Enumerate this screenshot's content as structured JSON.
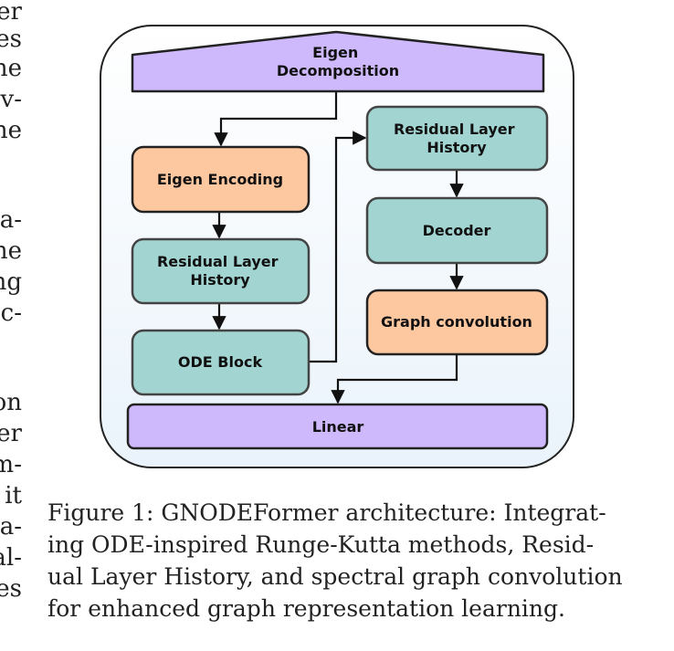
{
  "margin_fragments": [
    "er",
    "es",
    "he",
    "v-",
    "he",
    "a-",
    "he",
    "ng",
    "c-",
    "on",
    "er",
    "m-",
    "it",
    "a-",
    "al-",
    "es"
  ],
  "nodes": {
    "eigen_decomposition": [
      "Eigen",
      "Decomposition"
    ],
    "eigen_encoding": [
      "Eigen Encoding"
    ],
    "residual_left": [
      "Residual Layer",
      "History"
    ],
    "ode_block": [
      "ODE Block"
    ],
    "residual_right": [
      "Residual Layer",
      "History"
    ],
    "decoder": [
      "Decoder"
    ],
    "graph_convolution": [
      "Graph convolution"
    ],
    "linear": [
      "Linear"
    ]
  },
  "colors": {
    "purple": "#cdb9fb",
    "orange": "#fdc7a0",
    "teal": "#a2d5d2",
    "panel_bg": "#eaf3fb",
    "stroke": "#222222"
  },
  "caption": {
    "lines": [
      "Figure 1: GNODEFormer architecture: Integrat-",
      "ing ODE-inspired Runge-Kutta methods, Resid-",
      "ual Layer History, and spectral graph convolution",
      "for enhanced graph representation learning."
    ]
  }
}
